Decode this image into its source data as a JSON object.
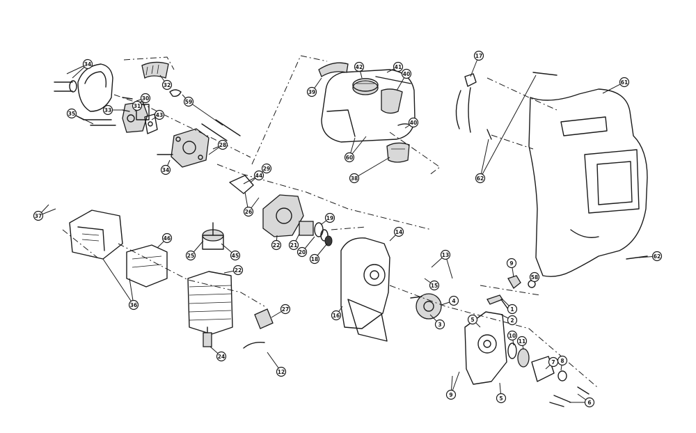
{
  "diagram": {
    "callouts": [
      {
        "id": "c34a",
        "label": "34"
      },
      {
        "id": "c35",
        "label": "35"
      },
      {
        "id": "c30",
        "label": "30"
      },
      {
        "id": "c31",
        "label": "31"
      },
      {
        "id": "c33",
        "label": "33"
      },
      {
        "id": "c43",
        "label": "43"
      },
      {
        "id": "c32",
        "label": "32"
      },
      {
        "id": "c59",
        "label": "59"
      },
      {
        "id": "c28",
        "label": "28"
      },
      {
        "id": "c34b",
        "label": "34"
      },
      {
        "id": "c42",
        "label": "42"
      },
      {
        "id": "c41",
        "label": "41"
      },
      {
        "id": "c40a",
        "label": "40"
      },
      {
        "id": "c39",
        "label": "39"
      },
      {
        "id": "c40b",
        "label": "40"
      },
      {
        "id": "c60",
        "label": "60"
      },
      {
        "id": "c38",
        "label": "38"
      },
      {
        "id": "c17",
        "label": "17"
      },
      {
        "id": "c61",
        "label": "61"
      },
      {
        "id": "c62a",
        "label": "62"
      },
      {
        "id": "c62b",
        "label": "62"
      },
      {
        "id": "c29",
        "label": "29"
      },
      {
        "id": "c44",
        "label": "44"
      },
      {
        "id": "c26",
        "label": "26"
      },
      {
        "id": "c22a",
        "label": "22"
      },
      {
        "id": "c21",
        "label": "21"
      },
      {
        "id": "c20",
        "label": "20"
      },
      {
        "id": "c19",
        "label": "19"
      },
      {
        "id": "c18",
        "label": "18"
      },
      {
        "id": "c14",
        "label": "14"
      },
      {
        "id": "c37",
        "label": "37"
      },
      {
        "id": "c46",
        "label": "46"
      },
      {
        "id": "c36",
        "label": "36"
      },
      {
        "id": "c25",
        "label": "25"
      },
      {
        "id": "c45",
        "label": "45"
      },
      {
        "id": "c22b",
        "label": "22"
      },
      {
        "id": "c27",
        "label": "27"
      },
      {
        "id": "c24",
        "label": "24"
      },
      {
        "id": "c12",
        "label": "12"
      },
      {
        "id": "c16",
        "label": "16"
      },
      {
        "id": "c13",
        "label": "13"
      },
      {
        "id": "c15",
        "label": "15"
      },
      {
        "id": "c4",
        "label": "4"
      },
      {
        "id": "c3",
        "label": "3"
      },
      {
        "id": "c9a",
        "label": "9"
      },
      {
        "id": "c58",
        "label": "58"
      },
      {
        "id": "c1",
        "label": "1"
      },
      {
        "id": "c2",
        "label": "2"
      },
      {
        "id": "c5a",
        "label": "5"
      },
      {
        "id": "c10",
        "label": "10"
      },
      {
        "id": "c11",
        "label": "11"
      },
      {
        "id": "c7",
        "label": "7"
      },
      {
        "id": "c8",
        "label": "8"
      },
      {
        "id": "c9b",
        "label": "9"
      },
      {
        "id": "c5b",
        "label": "5"
      },
      {
        "id": "c6",
        "label": "6"
      }
    ]
  }
}
